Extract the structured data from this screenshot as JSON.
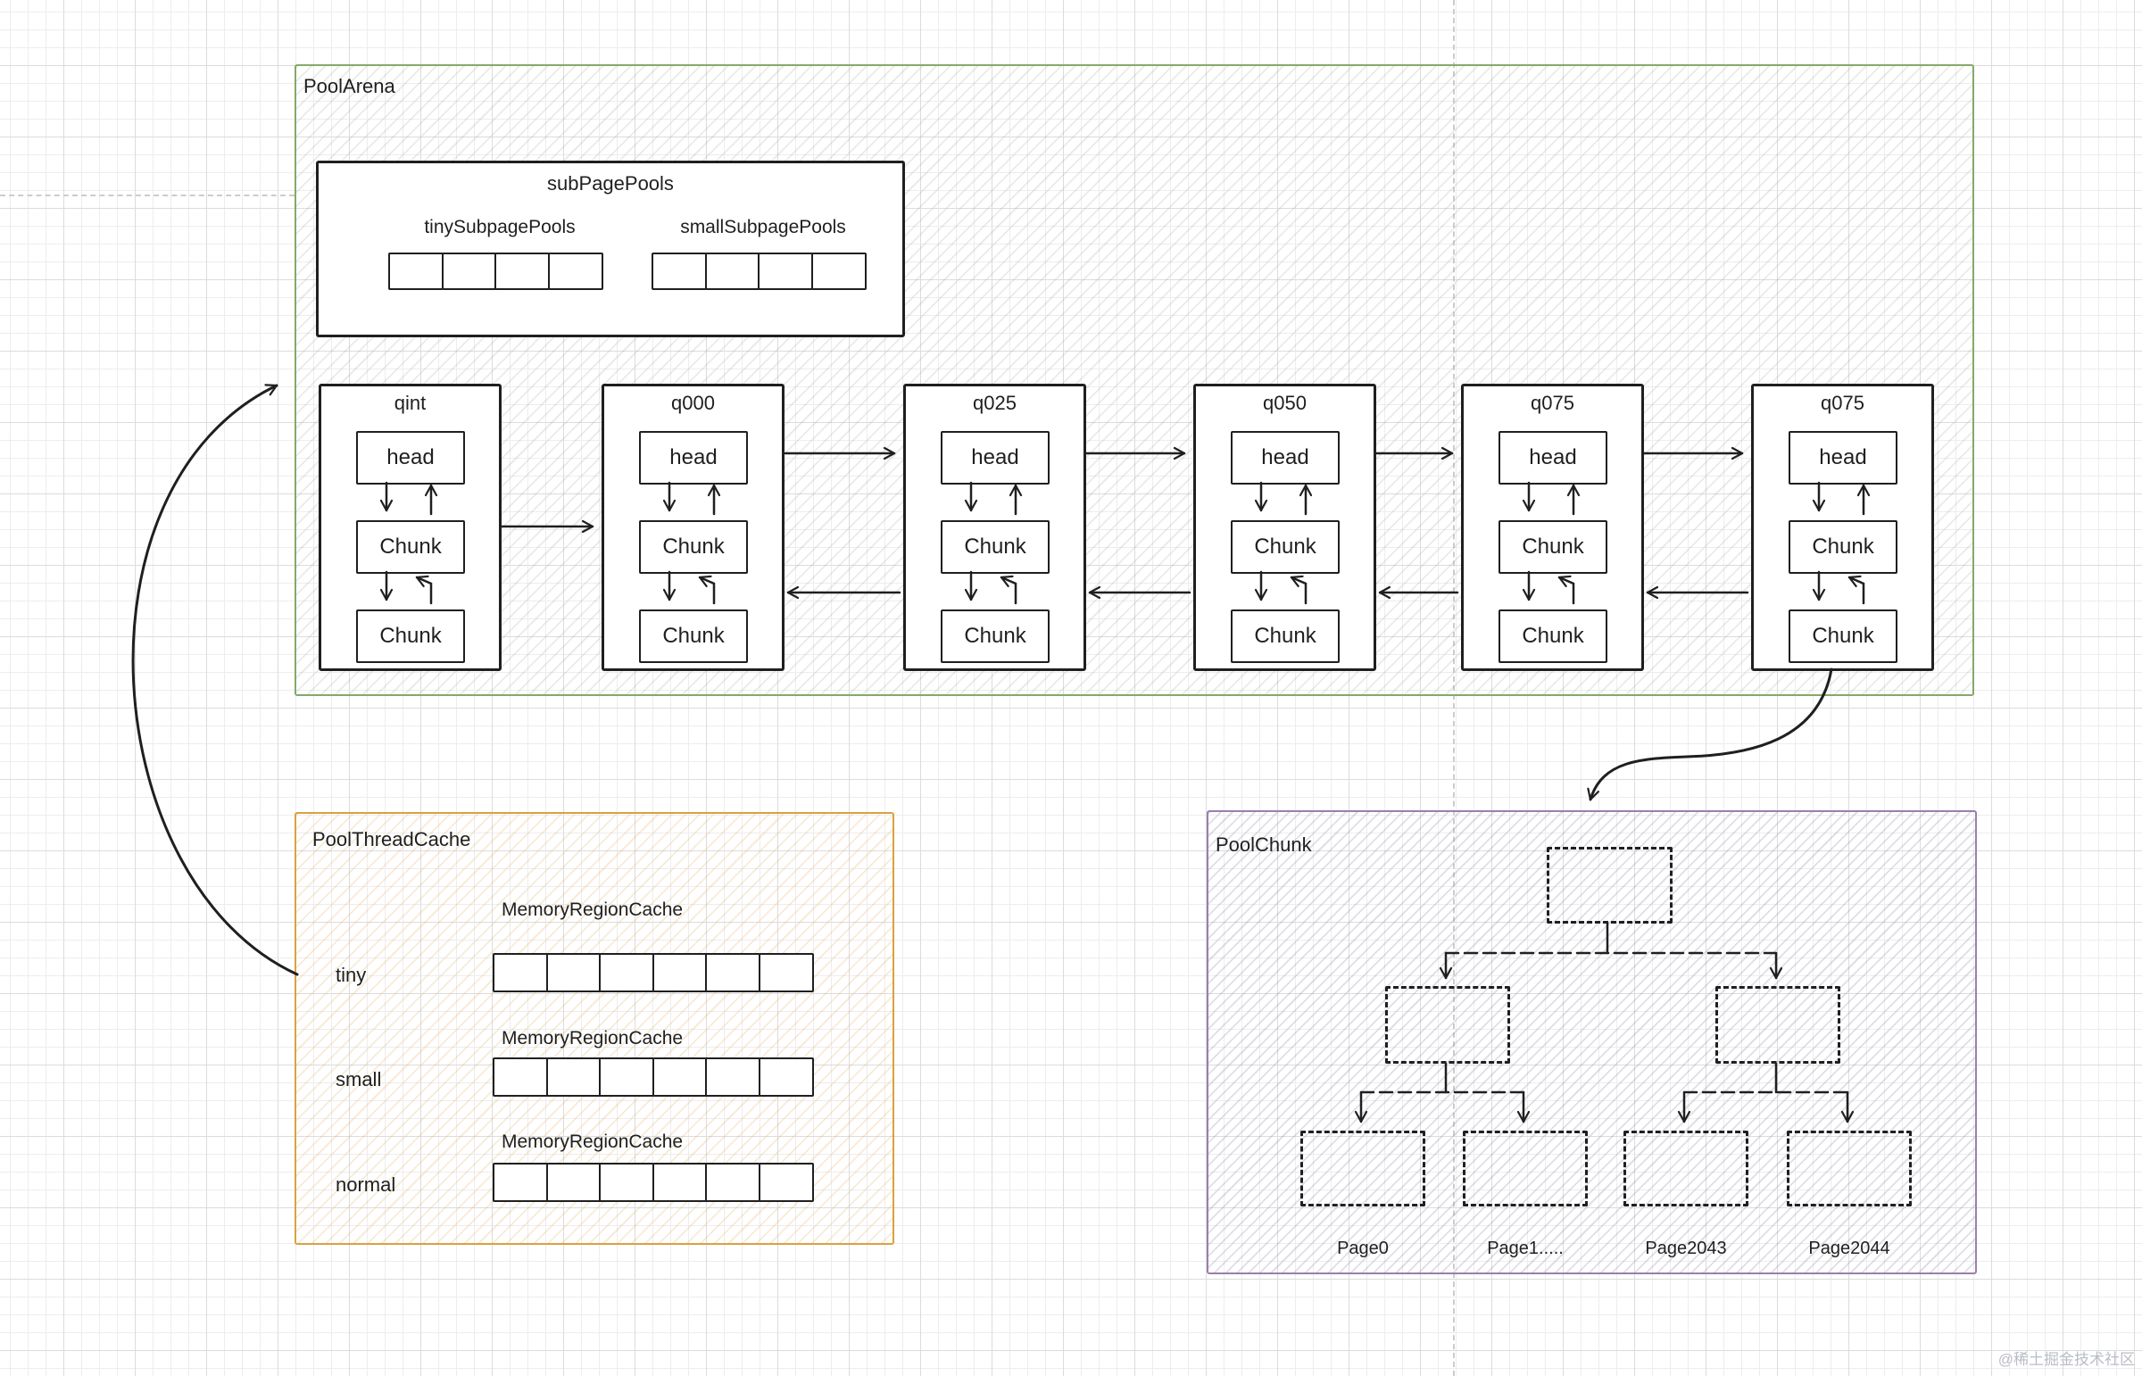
{
  "pool_arena": {
    "title": "PoolArena",
    "sub_page_pools": {
      "title": "subPagePools",
      "groups": [
        {
          "label": "tinySubpagePools",
          "cell_count": 4
        },
        {
          "label": "smallSubpagePools",
          "cell_count": 4
        }
      ]
    },
    "queues": [
      {
        "name": "qint",
        "nodes": [
          "head",
          "Chunk",
          "Chunk"
        ]
      },
      {
        "name": "q000",
        "nodes": [
          "head",
          "Chunk",
          "Chunk"
        ]
      },
      {
        "name": "q025",
        "nodes": [
          "head",
          "Chunk",
          "Chunk"
        ]
      },
      {
        "name": "q050",
        "nodes": [
          "head",
          "Chunk",
          "Chunk"
        ]
      },
      {
        "name": "q075",
        "nodes": [
          "head",
          "Chunk",
          "Chunk"
        ]
      },
      {
        "name": "q075",
        "nodes": [
          "head",
          "Chunk",
          "Chunk"
        ]
      }
    ]
  },
  "pool_thread_cache": {
    "title": "PoolThreadCache",
    "rows": [
      {
        "label": "tiny",
        "header": "MemoryRegionCache",
        "cell_count": 6
      },
      {
        "label": "small",
        "header": "MemoryRegionCache",
        "cell_count": 6
      },
      {
        "label": "normal",
        "header": "MemoryRegionCache",
        "cell_count": 6
      }
    ]
  },
  "pool_chunk": {
    "title": "PoolChunk",
    "pages": [
      "Page0",
      "Page1.....",
      "Page2043",
      "Page2044"
    ]
  },
  "watermark": "@稀土掘金技术社区",
  "colors": {
    "arena_border": "#85a968",
    "thread_cache_border": "#d9a23f",
    "chunk_border": "#9b7fae",
    "ink": "#1f1f1f"
  }
}
